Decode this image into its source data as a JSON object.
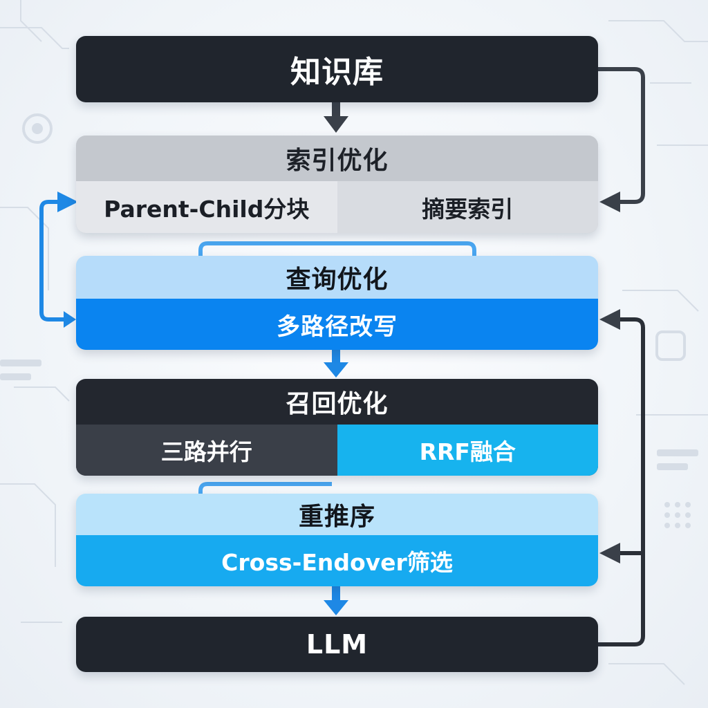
{
  "nodes": {
    "knowledge_base": {
      "label": "知识库"
    },
    "index_optimization": {
      "title": "索引优化",
      "left": "Parent-Child分块",
      "right": "摘要索引"
    },
    "query_optimization": {
      "title": "查询优化",
      "strip": "多路径改写"
    },
    "recall_optimization": {
      "title": "召回优化",
      "left": "三路并行",
      "right": "RRF融合"
    },
    "rerank": {
      "title": "重推序",
      "strip": "Cross-Endover筛选"
    },
    "llm": {
      "label": "LLM"
    }
  },
  "colors": {
    "dark": "#20252d",
    "gray_band": "#c4c8ce",
    "light_blue": "#b6dcfa",
    "bright_blue": "#0a84f0",
    "cyan": "#17b3ee",
    "arrow_dark": "#3a4049",
    "arrow_blue": "#1e88e5"
  }
}
